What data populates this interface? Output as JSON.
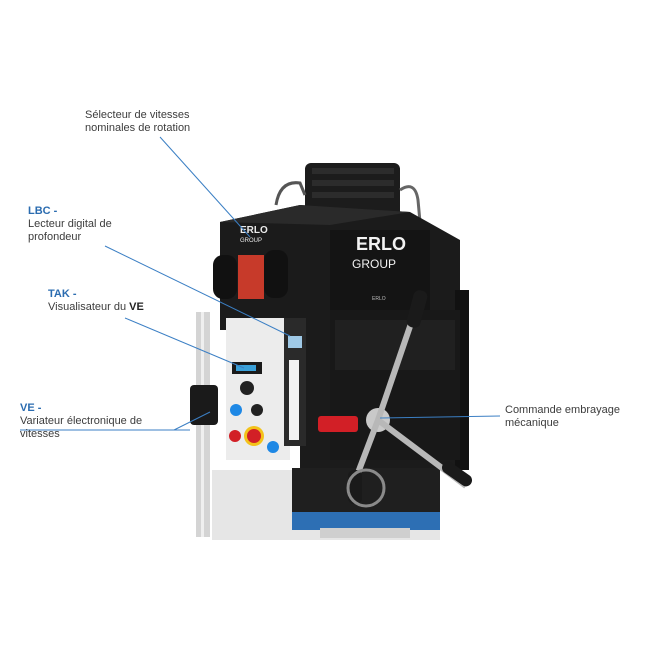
{
  "brand": {
    "logo_line1": "ERLO",
    "logo_line2": "GROUP",
    "small_logo_line1": "ERLO",
    "small_logo_line2": "GROUP",
    "badge": "ERLO"
  },
  "callouts": [
    {
      "id": "selector",
      "code": "",
      "text": "Sélecteur de vitesses nominales de rotation"
    },
    {
      "id": "lbc",
      "code": "LBC -",
      "text": "Lecteur digital de profondeur"
    },
    {
      "id": "tak",
      "code": "TAK -",
      "text_prefix": "Visualisateur du ",
      "text_bold": "VE"
    },
    {
      "id": "ve",
      "code": "VE -",
      "text": "Variateur électronique de vitesses"
    },
    {
      "id": "clutch",
      "code": "",
      "text": "Commande embrayage mécanique"
    }
  ],
  "colors": {
    "accent": "#2b6cb0",
    "machine_body": "#1a1a1a",
    "leader_line": "#3b7fc4",
    "red_handle": "#d21f26",
    "blue_button": "#1e88e5"
  }
}
